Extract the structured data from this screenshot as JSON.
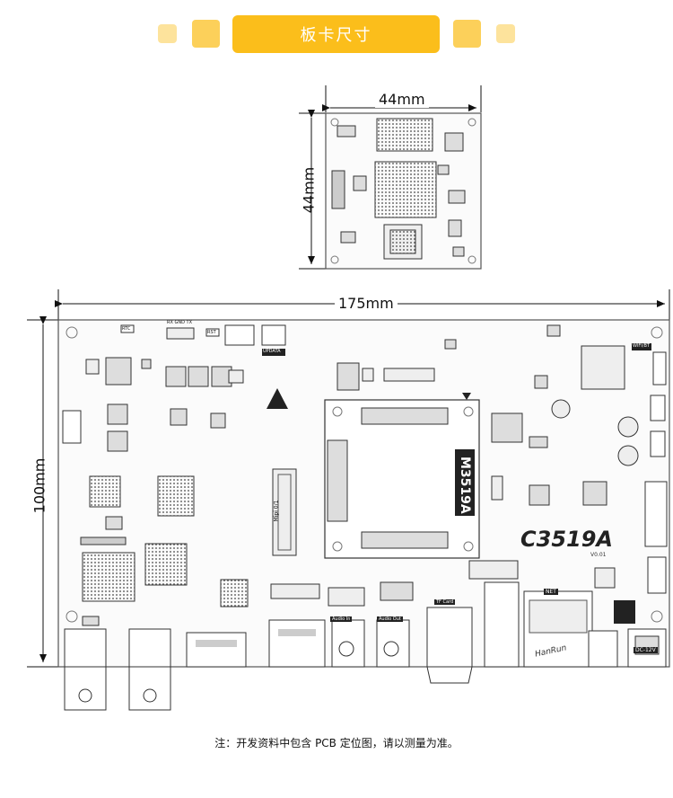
{
  "header": {
    "title": "板卡尺寸"
  },
  "core_board": {
    "width_label": "44mm",
    "height_label": "44mm"
  },
  "base_board": {
    "width_label": "175mm",
    "height_label": "100mm",
    "module_label": "M3519A",
    "board_name": "C3519A",
    "version": "V0.01",
    "connectors": [
      "RTC",
      "RX GND TX",
      "RST",
      "UPDATA",
      "WIFI/BT",
      "NET",
      "Audio In",
      "Audio Out",
      "TF Card",
      "DC-12V",
      "Mipi 0/1",
      "HanRun"
    ]
  },
  "footnote": "注：开发资料中包含 PCB 定位图，请以测量为准。"
}
